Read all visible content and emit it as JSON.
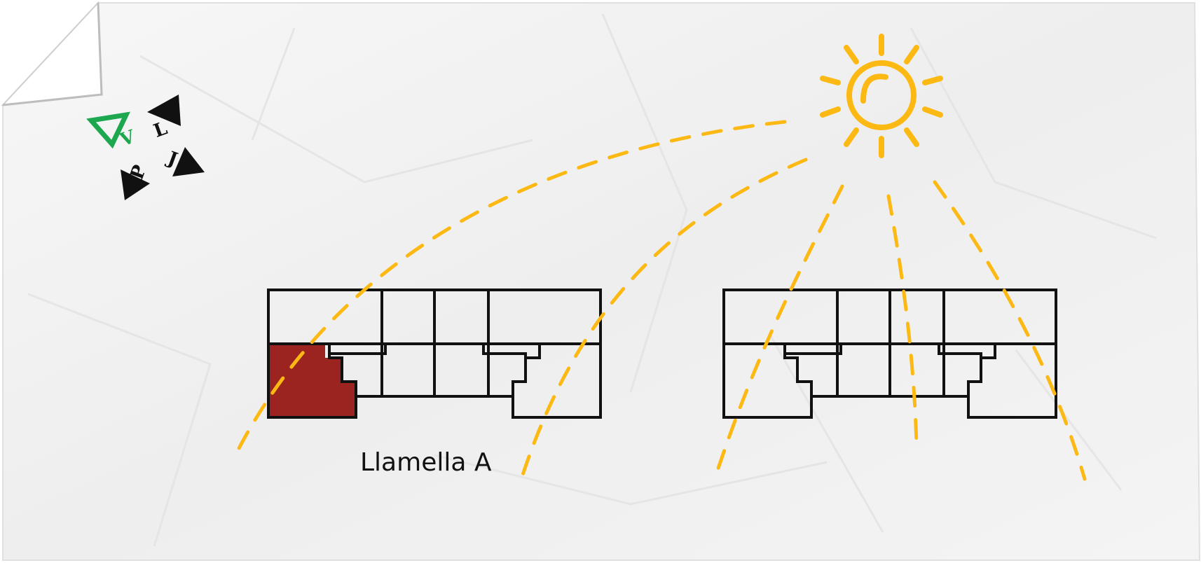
{
  "diagram": {
    "building_label": "Llamella A",
    "highlighted_unit": "ground-corner-left",
    "colors": {
      "paper": "#f3f3f3",
      "paper_shadow": "#d9d9d9",
      "outline": "#111111",
      "sun": "#FDB913",
      "highlight": "#9B2420",
      "logo_green": "#1DA84F",
      "logo_black": "#111111"
    }
  },
  "logo": {
    "letters": [
      "V",
      "L",
      "J",
      "P"
    ]
  }
}
